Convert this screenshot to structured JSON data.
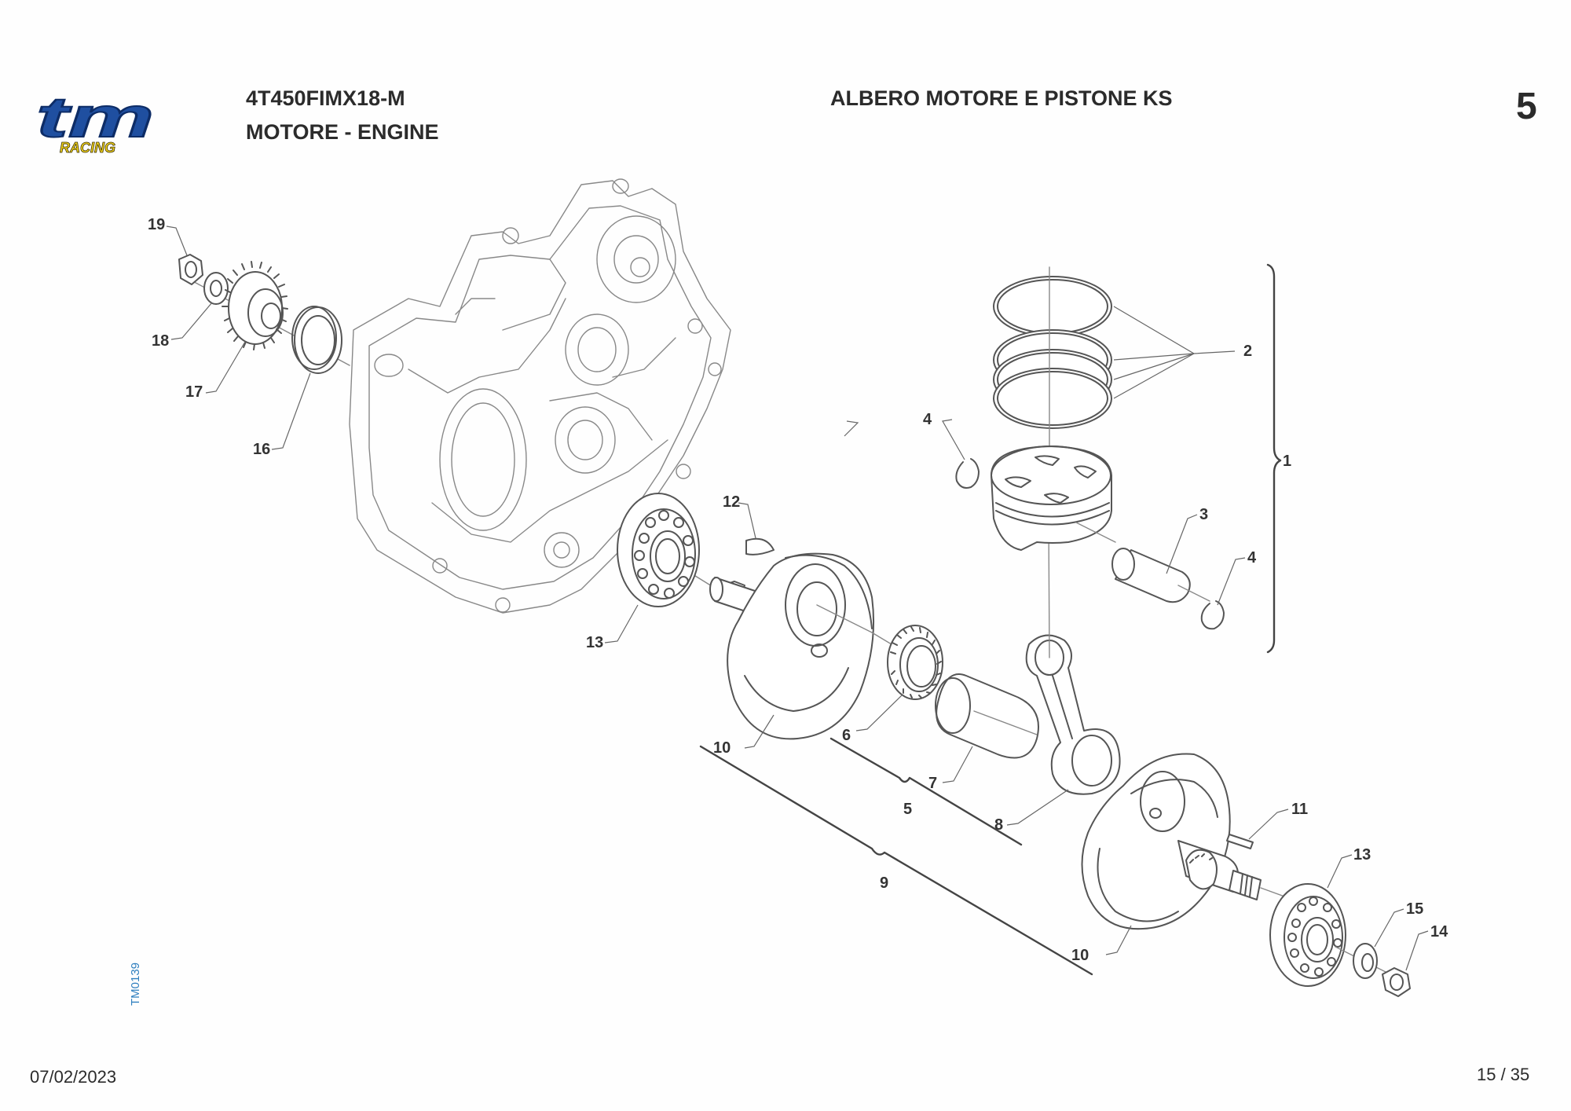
{
  "brand": {
    "logo_text": "tm",
    "logo_subtext": "RACING",
    "logo_color": "#1f4fa0",
    "logo_sub_color": "#f2d21b"
  },
  "header": {
    "model_code": "4T450FIMX18-M",
    "group_name": "MOTORE - ENGINE",
    "table_title": "ALBERO MOTORE E PISTONE KS",
    "table_number": "5"
  },
  "footer": {
    "date": "07/02/2023",
    "page": "15 / 35",
    "drawing_code": "TM0139"
  },
  "diagram": {
    "part_labels": [
      "1",
      "2",
      "3",
      "4",
      "4",
      "5",
      "6",
      "7",
      "8",
      "9",
      "10",
      "10",
      "11",
      "12",
      "13",
      "13",
      "14",
      "15",
      "16",
      "17",
      "18",
      "19"
    ]
  }
}
